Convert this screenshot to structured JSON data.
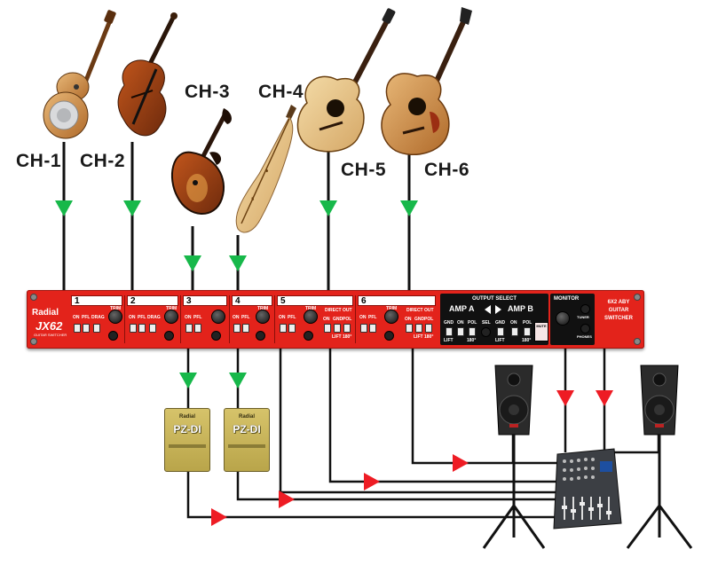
{
  "channel_labels": [
    "CH-1",
    "CH-2",
    "CH-3",
    "CH-4",
    "CH-5",
    "CH-6"
  ],
  "rack": {
    "brand": "Radial",
    "model": "JX62",
    "subtitle": "GUITAR SWITCHER",
    "channels": [
      "1",
      "2",
      "3",
      "4",
      "5",
      "6"
    ],
    "knob_label": "TRIM",
    "switch_labels_basic": [
      "ON",
      "PFL",
      "DRAG"
    ],
    "switch_labels_simple": [
      "ON",
      "PFL"
    ],
    "direct_out_label": "DIRECT OUT",
    "direct_out_switches": [
      "ON",
      "GND",
      "POL"
    ],
    "direct_out_sub": [
      "LIFT",
      "180°"
    ],
    "output_select": {
      "title": "OUTPUT SELECT",
      "amp_a": "AMP A",
      "amp_b": "AMP B",
      "switches": [
        "GND",
        "ON",
        "POL",
        "SEL",
        "GND",
        "ON",
        "POL"
      ],
      "sub": [
        "LIFT",
        "180°",
        "LIFT",
        "180°"
      ]
    },
    "monitor": {
      "title": "MONITOR",
      "tuner": "TUNER",
      "phones": "PHONES",
      "mute": "MUTE"
    },
    "description": "6X2 ABY GUITAR SWITCHER"
  },
  "di_boxes": [
    {
      "brand": "Radial",
      "model": "PZ-DI"
    },
    {
      "brand": "Radial",
      "model": "PZ-DI"
    }
  ],
  "colors": {
    "rack_red": "#e3231b",
    "arrow_green": "#17b84a",
    "arrow_red": "#ee1c24",
    "cable": "#111111"
  },
  "instruments": [
    "resonator-guitar",
    "violin",
    "mandolin",
    "dulcimer",
    "acoustic-guitar",
    "jumbo-acoustic-guitar"
  ],
  "outputs": [
    "speaker-left",
    "mixer",
    "speaker-right"
  ]
}
